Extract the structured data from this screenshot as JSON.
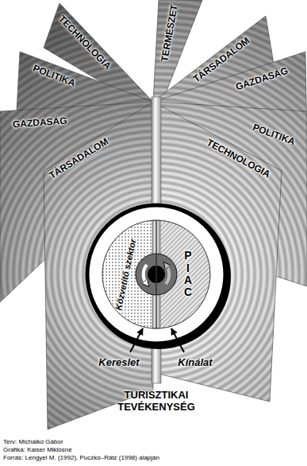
{
  "diagram": {
    "nodes": [
      {
        "text": [
          "Közvetítő szektor"
        ]
      },
      {
        "text": [
          "PIAC"
        ]
      }
    ],
    "labels": [
      "TECHNOLOGIA",
      "TERMÉSZET",
      "TÁRSADALOM",
      "POLITIKA",
      "GAZDASÁG",
      "POLITIKA",
      "GAZDASÁG",
      "TECHNOLOGIA",
      "TÁRSADALOM",
      "Kereslet",
      "Kínálat",
      "TURISZTIKAI TEVÉKENYSÉG",
      "Terv: Michalkó Gábor",
      "Grafika: Kaiser Miklósné",
      "Forrás: Lengyel M. (1992), Puczkó–Rátz (1998) alapján"
    ]
  }
}
